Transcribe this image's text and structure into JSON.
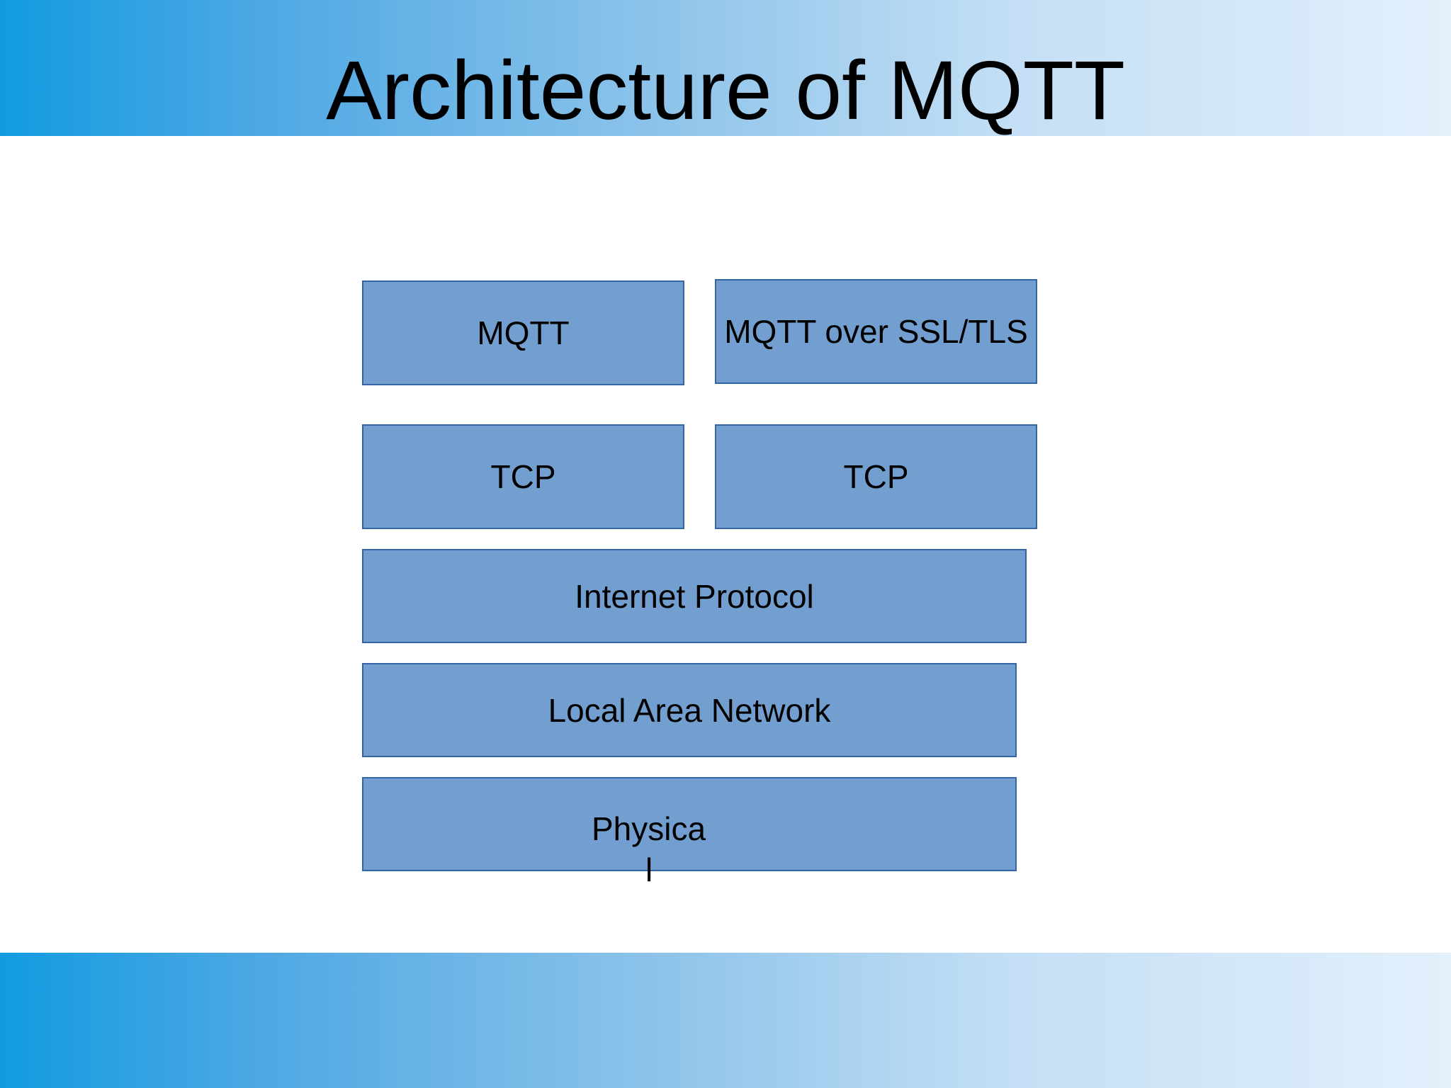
{
  "slide": {
    "title": "Architecture of MQTT"
  },
  "layers": {
    "mqtt": "MQTT",
    "mqtt_ssl": "MQTT over SSL/TLS",
    "tcp_left": "TCP",
    "tcp_right": "TCP",
    "internet_protocol": "Internet Protocol",
    "local_area_network": "Local Area Network",
    "physical_line1": "Physica",
    "physical_line2": "l"
  },
  "colors": {
    "box_fill": "#729fcf",
    "box_border": "#3465a4",
    "band_start": "#129be0",
    "band_end": "#e2f0fb"
  }
}
